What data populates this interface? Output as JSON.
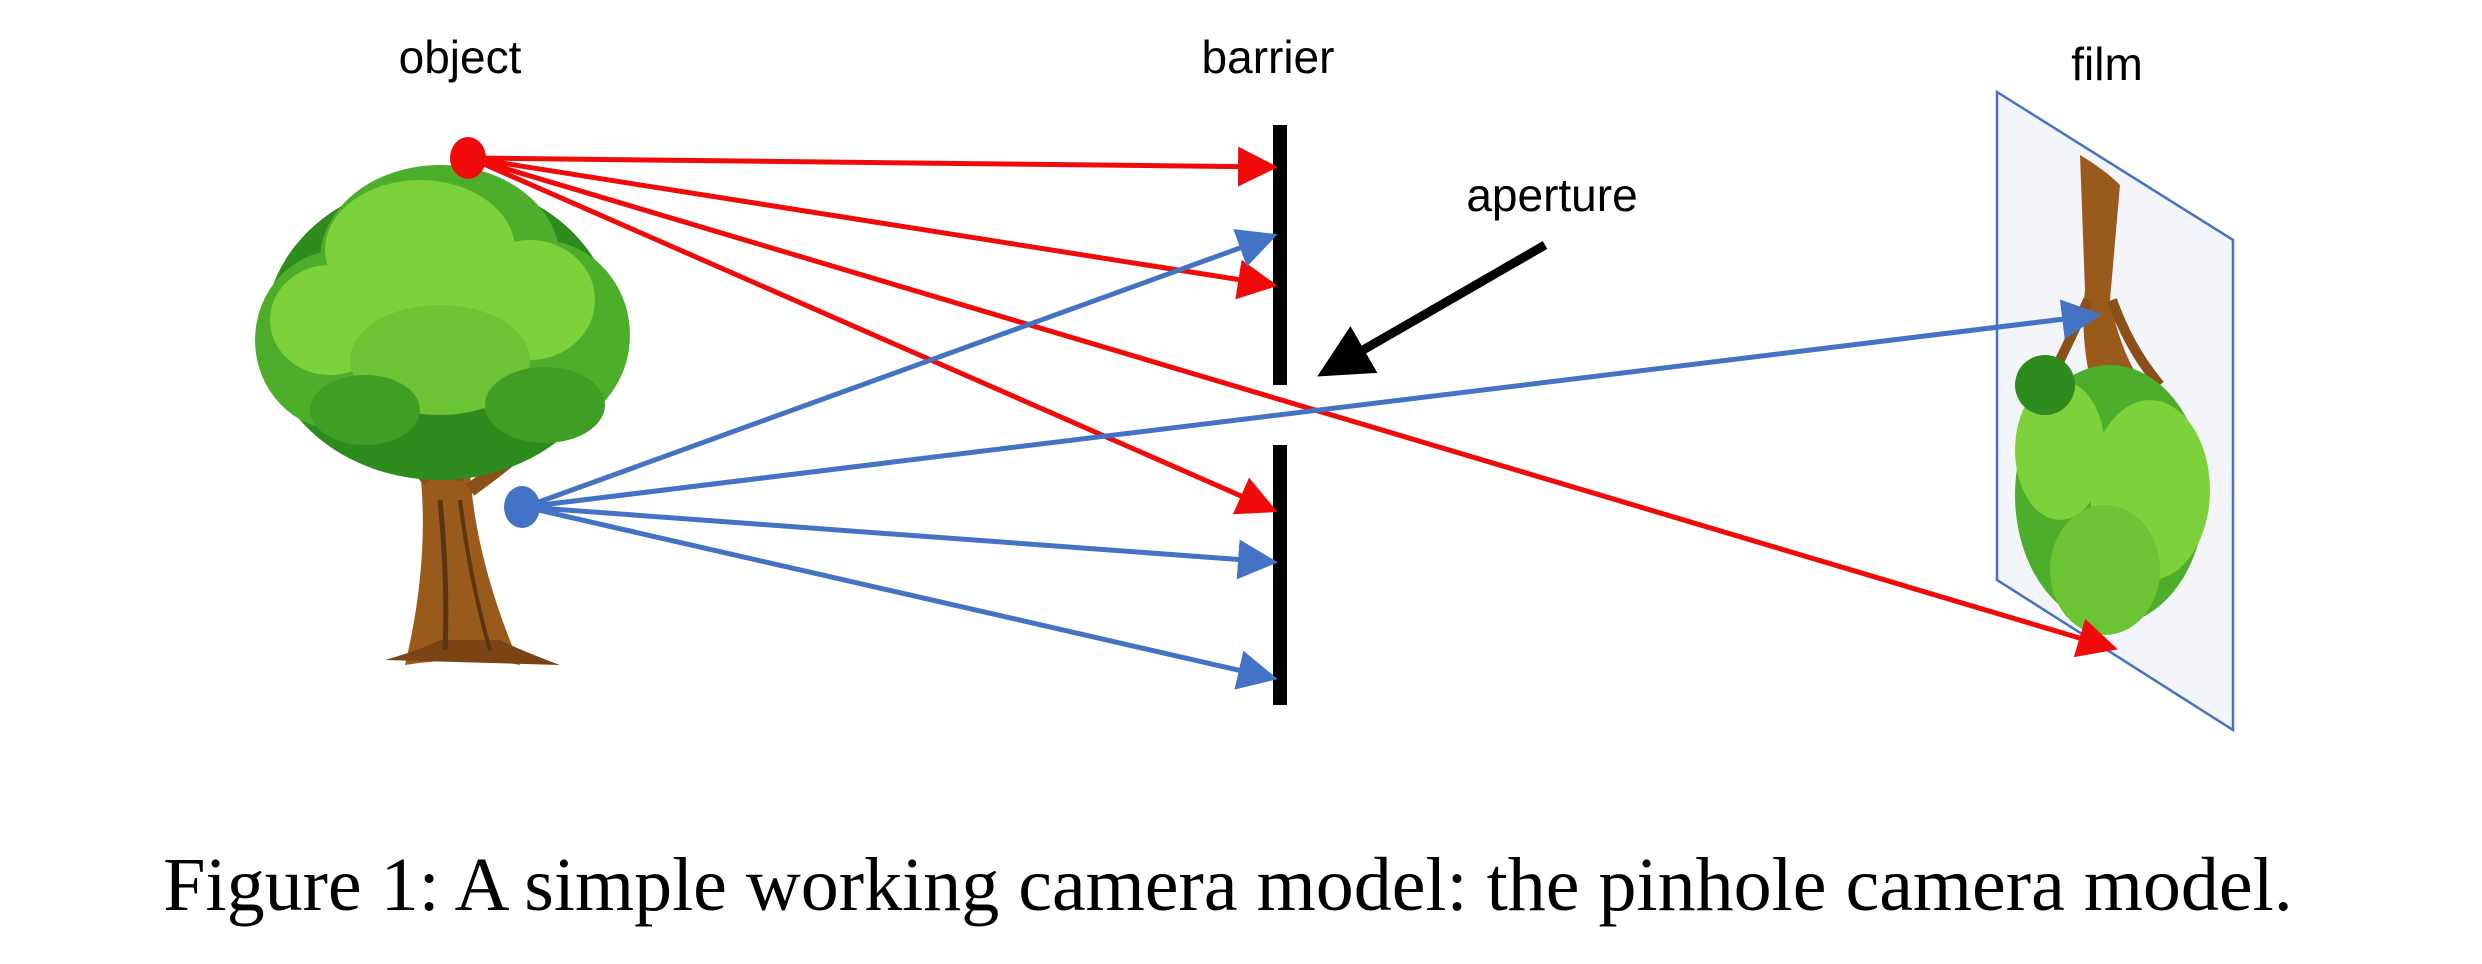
{
  "labels": {
    "object": "object",
    "barrier": "barrier",
    "aperture": "aperture",
    "film": "film"
  },
  "caption": "Figure 1: A simple working camera model: the pinhole camera model.",
  "colors": {
    "red_ray": "#f00a0a",
    "blue_ray": "#4472c4",
    "barrier": "#000000",
    "film_border": "#4472c4",
    "film_fill": "#f3f5fb",
    "leaf_dark": "#2e8b1e",
    "leaf_mid": "#4cae2a",
    "leaf_light": "#7dd13a",
    "trunk": "#9a5a1c",
    "trunk_dark": "#5a3510"
  },
  "icons": {
    "object_image": "tree-icon",
    "film_image": "inverted-tree-icon"
  }
}
